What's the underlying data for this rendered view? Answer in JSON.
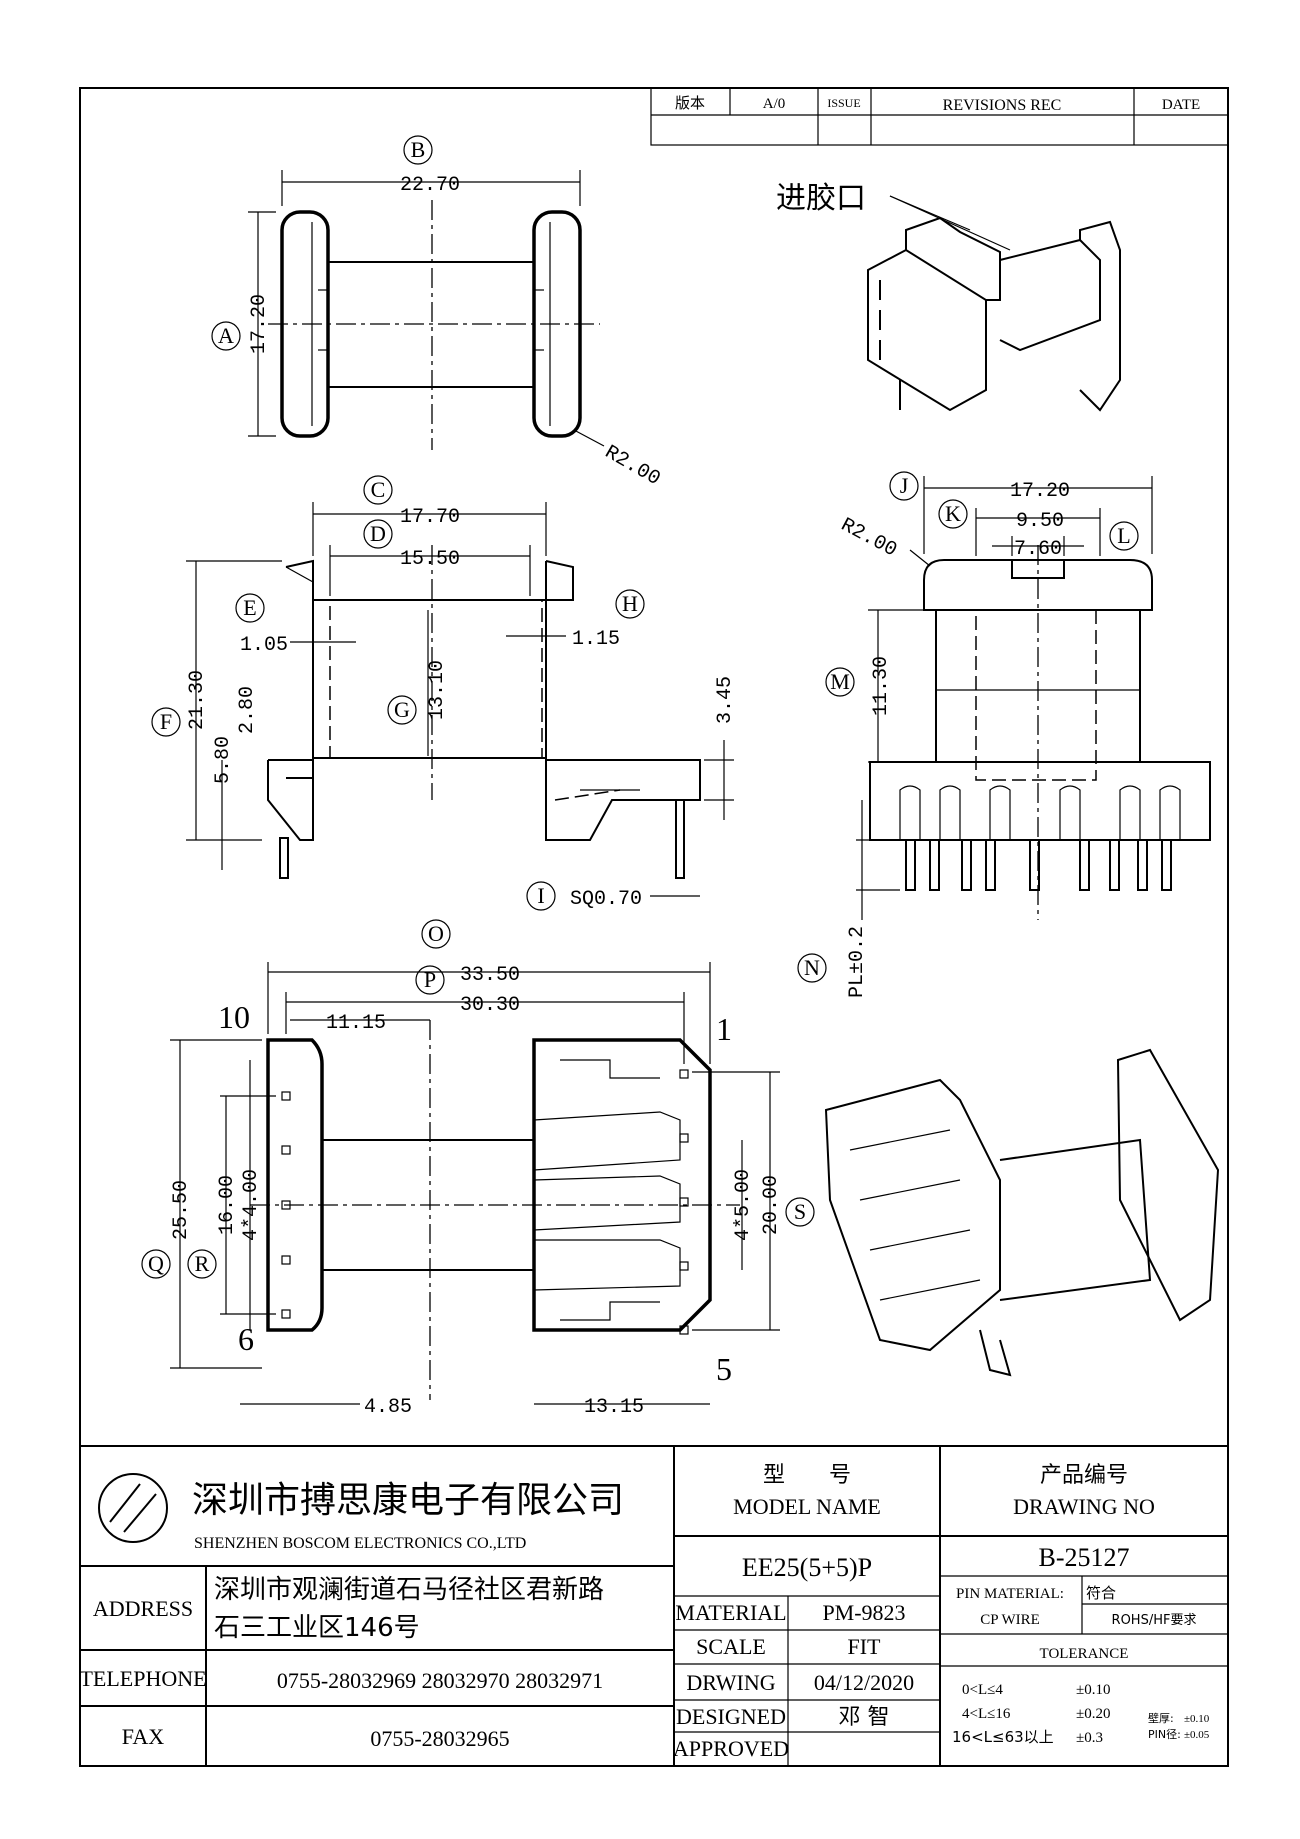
{
  "revision": {
    "version_label": "版本",
    "version_value": "A/0",
    "issue_label": "ISSUE",
    "revisions_label": "REVISIONS REC",
    "date_label": "DATE"
  },
  "callouts": {
    "A": "A",
    "B": "B",
    "C": "C",
    "D": "D",
    "E": "E",
    "F": "F",
    "G": "G",
    "H": "H",
    "I": "I",
    "J": "J",
    "K": "K",
    "L": "L",
    "M": "M",
    "N": "N",
    "O": "O",
    "P": "P",
    "Q": "Q",
    "R": "R",
    "S": "S"
  },
  "dimensions": {
    "top_width": "22.70",
    "top_height": "17.20",
    "top_radius": "R2.00",
    "front_c": "17.70",
    "front_d": "15.50",
    "front_e": "1.05",
    "front_h": "1.15",
    "front_f": "21.30",
    "front_f2": "5.80",
    "front_f3": "2.80",
    "front_g": "13.10",
    "front_pin_h": "3.45",
    "front_i": "SQ0.70",
    "side_j": "17.20",
    "side_k": "9.50",
    "side_inner": "7.60",
    "side_radius": "R2.00",
    "side_m": "11.30",
    "side_n": "PL±0.2",
    "bot_o": "33.50",
    "bot_p": "30.30",
    "bot_11": "11.15",
    "bot_q": "25.50",
    "bot_r": "16.00",
    "bot_r2": "4*4.00",
    "bot_s": "20.00",
    "bot_s2": "4*5.00",
    "bot_485": "4.85",
    "bot_1315": "13.15"
  },
  "pin_numbers": {
    "p10": "10",
    "p6": "6",
    "p1": "1",
    "p5": "5"
  },
  "gate_label": "进胶口",
  "title_block": {
    "company_cn": "深圳市搏思康电子有限公司",
    "company_en": "SHENZHEN BOSCOM ELECTRONICS CO.,LTD",
    "address_label": "ADDRESS",
    "address_line1": "深圳市观澜街道石马径社区君新路",
    "address_line2": "石三工业区146号",
    "telephone_label": "TELEPHONE",
    "telephone_value": "0755-28032969 28032970 28032971",
    "fax_label": "FAX",
    "fax_value": "0755-28032965",
    "model_label_cn": "型　　号",
    "model_label_en": "MODEL NAME",
    "model_value": "EE25(5+5)P",
    "drawing_label_cn": "产品编号",
    "drawing_label_en": "DRAWING NO",
    "drawing_value": "B-25127",
    "material_label": "MATERIAL",
    "material_value": "PM-9823",
    "scale_label": "SCALE",
    "scale_value": "FIT",
    "drwing_label": "DRWING",
    "drwing_value": "04/12/2020",
    "designed_label": "DESIGNED",
    "designed_value": "邓 智",
    "approved_label": "APPROVED",
    "pin_material_label": "PIN MATERIAL:",
    "pin_material_value": "符合",
    "cp_wire": "CP WIRE",
    "rohs": "ROHS/HF要求",
    "tolerance_label": "TOLERANCE",
    "tol1_range": "0<L≤4",
    "tol1_value": "±0.10",
    "tol2_range": "4<L≤16",
    "tol2_value": "±0.20",
    "tol3_range": "16<L≤63以上",
    "tol3_value": "±0.3",
    "wall_label": "壁厚:",
    "wall_value": "±0.10",
    "pin_dia_label": "PIN径:",
    "pin_dia_value": "±0.05"
  }
}
